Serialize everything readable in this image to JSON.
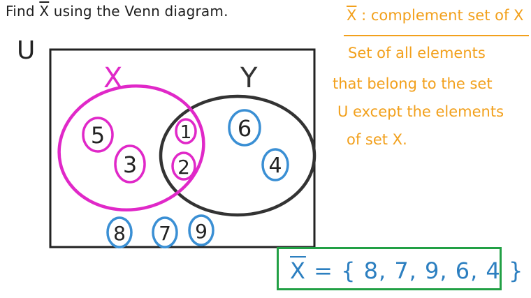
{
  "prompt": {
    "prefix": "Find ",
    "xbar": "X",
    "suffix": " using the Venn diagram."
  },
  "venn": {
    "universe_label": "U",
    "set_x_label": "X",
    "set_y_label": "Y",
    "only_x": [
      "5",
      "3"
    ],
    "intersection": [
      "1",
      "2"
    ],
    "only_y": [
      "6",
      "4"
    ],
    "outside": [
      "8",
      "7",
      "9"
    ]
  },
  "definition": {
    "title_symbol": "X",
    "title_text": " : complement set of X",
    "lines": [
      "Set of all elements",
      "that belong to the set",
      "U except the elements",
      "of set X."
    ]
  },
  "answer": {
    "symbol": "X",
    "text": " = { 8, 7, 9, 6, 4 }"
  },
  "colors": {
    "set_x": "#e028c8",
    "set_y": "#333333",
    "complement_marks": "#3a8fd4",
    "definition": "#f2a01c",
    "answer_border": "#22a045",
    "answer_text": "#2c7fc0"
  }
}
